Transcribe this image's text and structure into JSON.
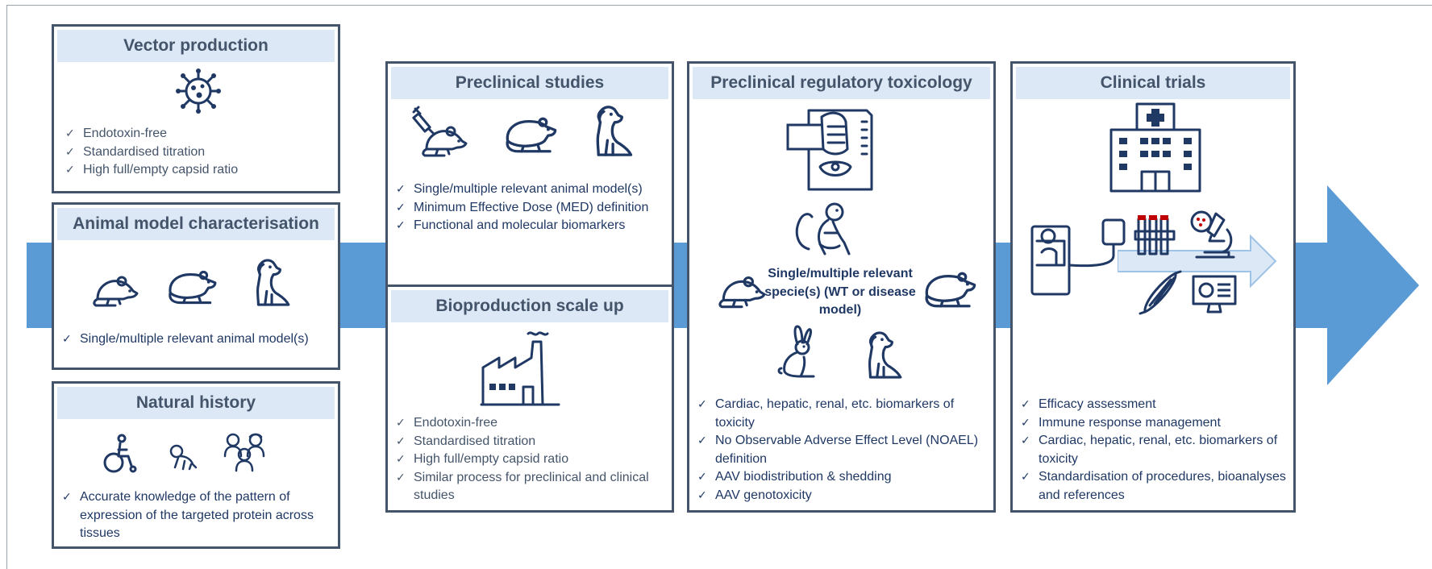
{
  "colors": {
    "band": "#5b9bd5",
    "card_border": "#44546a",
    "title_bg": "#dce8f5",
    "title_text": "#44546a",
    "navy": "#1f3864",
    "light_arrow": "#dce8f5"
  },
  "cards": {
    "vector_production": {
      "title": "Vector production",
      "icon": "virus-icon",
      "items": [
        "Endotoxin-free",
        "Standardised titration",
        "High full/empty capsid ratio"
      ]
    },
    "animal_model": {
      "title": "Animal model characterisation",
      "icons": [
        "mouse-icon",
        "rat-icon",
        "dog-icon"
      ],
      "items": [
        "Single/multiple relevant animal model(s)"
      ]
    },
    "natural_history": {
      "title": "Natural history",
      "icons": [
        "wheelchair-icon",
        "baby-icon",
        "family-icon"
      ],
      "items": [
        "Accurate knowledge of the pattern of expression of the targeted protein across tissues"
      ]
    },
    "preclinical_studies": {
      "title": "Preclinical studies",
      "icons": [
        "injected-mouse-icon",
        "rat-icon",
        "dog-icon"
      ],
      "items": [
        "Single/multiple relevant animal model(s)",
        "Minimum Effective Dose (MED) definition",
        "Functional and molecular biomarkers"
      ]
    },
    "bioproduction": {
      "title": "Bioproduction scale up",
      "icon": "factory-icon",
      "items": [
        "Endotoxin-free",
        "Standardised titration",
        "High full/empty capsid ratio",
        "Similar process for preclinical and clinical studies"
      ]
    },
    "regulatory_toxicology": {
      "title": "Preclinical regulatory toxicology",
      "icons": [
        "hand-document-icon",
        "monkey-icon",
        "mouse-icon",
        "rat-icon",
        "rabbit-icon",
        "dog-icon"
      ],
      "center_label": "Single/multiple relevant specie(s) (WT or disease model)",
      "items": [
        "Cardiac, hepatic, renal, etc. biomarkers of toxicity",
        "No Observable Adverse Effect Level (NOAEL) definition",
        "AAV biodistribution & shedding",
        "AAV genotoxicity"
      ]
    },
    "clinical_trials": {
      "title": "Clinical trials",
      "icons": [
        "hospital-icon",
        "patient-bed-icon",
        "test-tubes-icon",
        "microscope-icon",
        "muscle-icon",
        "monitor-icon"
      ],
      "items": [
        "Efficacy assessment",
        "Immune response management",
        "Cardiac, hepatic, renal, etc. biomarkers of toxicity",
        "Standardisation of procedures, bioanalyses and references"
      ]
    }
  }
}
